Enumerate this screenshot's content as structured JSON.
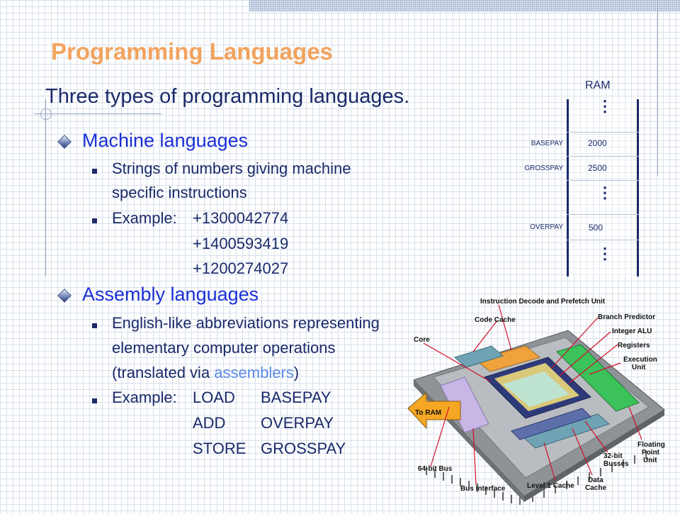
{
  "slide": {
    "title": "Programming Languages",
    "subtitle": "Three types of programming languages."
  },
  "machine": {
    "heading": "Machine languages",
    "desc_line1": "Strings of numbers giving machine",
    "desc_line2": "specific instructions",
    "example_label": "Example:",
    "examples": [
      "+1300042774",
      "+1400593419",
      "+1200274027"
    ]
  },
  "assembly": {
    "heading": "Assembly languages",
    "desc_line1": "English-like abbreviations representing",
    "desc_line2": "elementary computer operations",
    "desc_line3_pre": "(translated via ",
    "desc_line3_hl": "assemblers",
    "desc_line3_post": ")",
    "example_label": "Example:",
    "ops": [
      "LOAD",
      "ADD",
      "STORE"
    ],
    "args": [
      "BASEPAY",
      "OVERPAY",
      "GROSSPAY"
    ]
  },
  "ram": {
    "title": "RAM",
    "dots": "⋮",
    "rows": [
      {
        "label": "BASEPAY",
        "value": "2000"
      },
      {
        "label": "GROSSPAY",
        "value": "2500"
      },
      {
        "label": "OVERPAY",
        "value": "500"
      }
    ]
  },
  "cpu": {
    "labels": {
      "prefetch": "Instruction Decode and Prefetch Unit",
      "code_cache": "Code Cache",
      "branch": "Branch Predictor",
      "alu": "Integer ALU",
      "registers": "Registers",
      "exec1": "Execution",
      "exec2": "Unit",
      "core": "Core",
      "to_ram": "To RAM",
      "fp1": "Floating",
      "fp2": "Point",
      "fp3": "Unit",
      "bus1": "32-bit",
      "bus2": "Busses",
      "bus64": "64-bit Bus",
      "bus_iface": "Bus Interface",
      "l1": "Level 1 Cache",
      "dc1": "Data",
      "dc2": "Cache"
    },
    "colors": {
      "board": "#8f9297",
      "chip": "#b9bcc0",
      "orange": "#f0a23c",
      "green": "#3cc25a",
      "purple": "#c7b6e6",
      "teal": "#6fa3b3",
      "navy": "#2e3a7a",
      "arrow": "#f5a623"
    }
  }
}
